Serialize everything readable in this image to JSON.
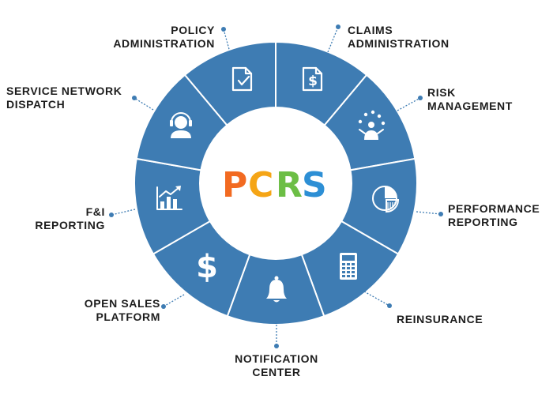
{
  "colors": {
    "segment": "#3e7cb3",
    "segment_edge": "#ffffff",
    "icon": "#ffffff",
    "connector": "#3e7cb3",
    "label_text": "#1d1d1d"
  },
  "logo": {
    "letters": [
      {
        "char": "P",
        "color": "#f26a21"
      },
      {
        "char": "C",
        "color": "#f5a516"
      },
      {
        "char": "R",
        "color": "#6cbe45"
      },
      {
        "char": "S",
        "color": "#2d8fd5"
      }
    ]
  },
  "segments": [
    {
      "id": "policy-administration",
      "icon": "document-check-icon",
      "lines": [
        "POLICY",
        "ADMINISTRATION"
      ]
    },
    {
      "id": "claims-administration",
      "icon": "document-dollar-icon",
      "lines": [
        "CLAIMS",
        "ADMINISTRATION"
      ]
    },
    {
      "id": "risk-management",
      "icon": "juggling-person-icon",
      "lines": [
        "RISK",
        "MANAGEMENT"
      ]
    },
    {
      "id": "performance-reporting",
      "icon": "pie-chart-icon",
      "lines": [
        "PERFORMANCE",
        "REPORTING"
      ]
    },
    {
      "id": "reinsurance",
      "icon": "calculator-icon",
      "lines": [
        "REINSURANCE"
      ]
    },
    {
      "id": "notification-center",
      "icon": "bell-icon",
      "lines": [
        "NOTIFICATION",
        "CENTER"
      ]
    },
    {
      "id": "open-sales-platform",
      "icon": "dollar-sign-icon",
      "lines": [
        "OPEN SALES",
        "PLATFORM"
      ]
    },
    {
      "id": "fi-reporting",
      "icon": "bar-chart-growth-icon",
      "lines": [
        "F&I",
        "REPORTING"
      ]
    },
    {
      "id": "service-network-dispatch",
      "icon": "headset-agent-icon",
      "lines": [
        "SERVICE NETWORK",
        "DISPATCH"
      ]
    }
  ]
}
